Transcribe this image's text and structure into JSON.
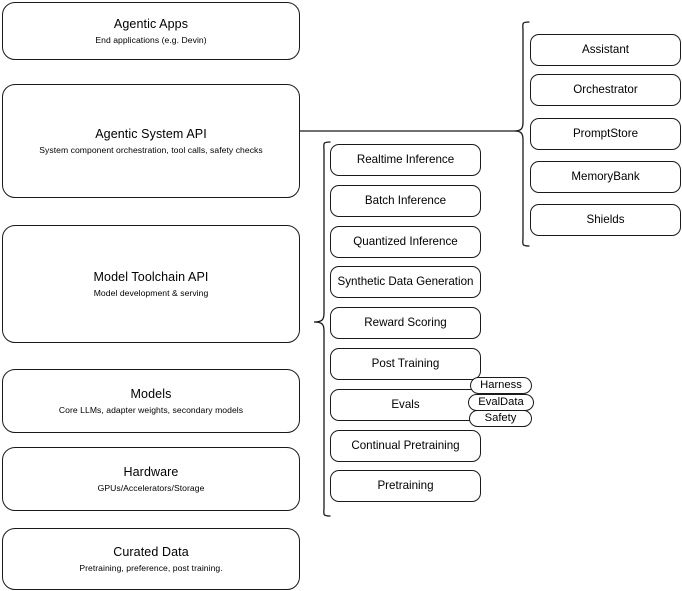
{
  "diagram": {
    "layers": [
      {
        "title": "Agentic Apps",
        "subtitle": "End applications (e.g. Devin)"
      },
      {
        "title": "Agentic System API",
        "subtitle": "System component orchestration, tool calls, safety checks"
      },
      {
        "title": "Model Toolchain API",
        "subtitle": "Model development & serving"
      },
      {
        "title": "Models",
        "subtitle": "Core LLMs, adapter weights, secondary models"
      },
      {
        "title": "Hardware",
        "subtitle": "GPUs/Accelerators/Storage"
      },
      {
        "title": "Curated Data",
        "subtitle": "Pretraining, preference, post training."
      }
    ],
    "toolchain_components": [
      {
        "label": "Realtime Inference"
      },
      {
        "label": "Batch Inference"
      },
      {
        "label": "Quantized Inference"
      },
      {
        "label": "Synthetic Data Generation"
      },
      {
        "label": "Reward Scoring"
      },
      {
        "label": "Post Training"
      },
      {
        "label": "Evals"
      },
      {
        "label": "Continual Pretraining"
      },
      {
        "label": "Pretraining"
      }
    ],
    "evals_subcomponents": [
      {
        "label": "Harness"
      },
      {
        "label": "EvalData"
      },
      {
        "label": "Safety"
      }
    ],
    "system_components": [
      {
        "label": "Assistant"
      },
      {
        "label": "Orchestrator"
      },
      {
        "label": "PromptStore"
      },
      {
        "label": "MemoryBank"
      },
      {
        "label": "Shields"
      }
    ],
    "colors": {
      "stroke": "#1a1a1a",
      "background": "#ffffff",
      "text": "#000000"
    }
  }
}
